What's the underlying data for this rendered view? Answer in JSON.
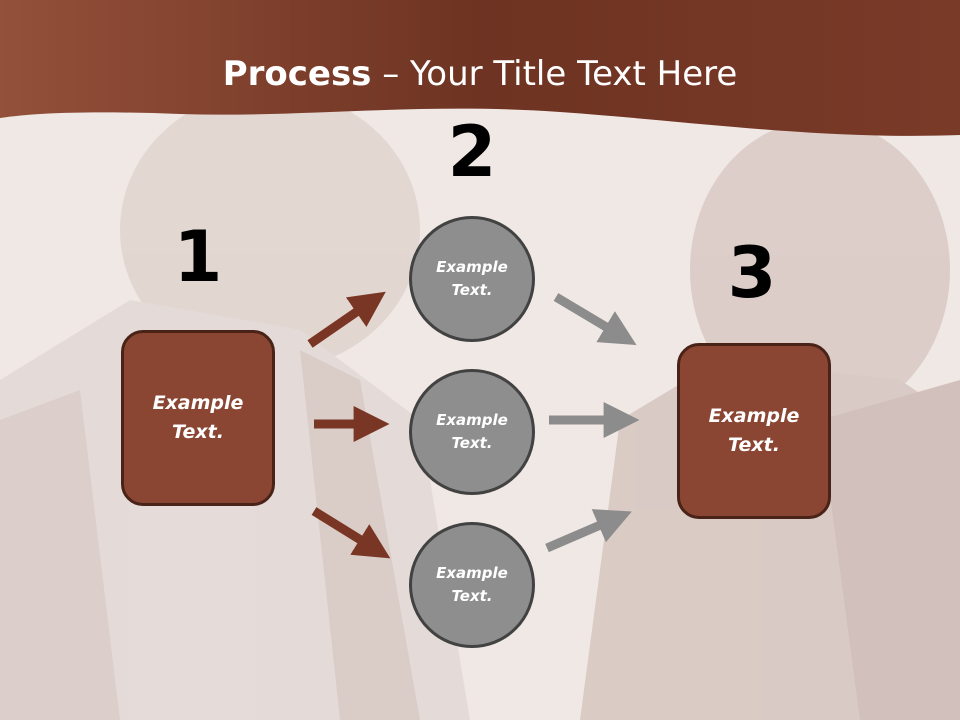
{
  "slide": {
    "title_bold": "Process",
    "title_rest": " – Your Title Text Here"
  },
  "steps": {
    "one": "1",
    "two": "2",
    "three": "3"
  },
  "nodes": {
    "left_box": "Example\nText.",
    "circle_top": "Example\nText.",
    "circle_middle": "Example\nText.",
    "circle_bottom": "Example\nText.",
    "right_box": "Example\nText."
  },
  "colors": {
    "header": "#7a3a28",
    "box_fill": "#8a4632",
    "brown_arrow": "#7a3624",
    "grey_arrow": "#8c8c8c",
    "circle_fill": "#8e8e8e"
  }
}
